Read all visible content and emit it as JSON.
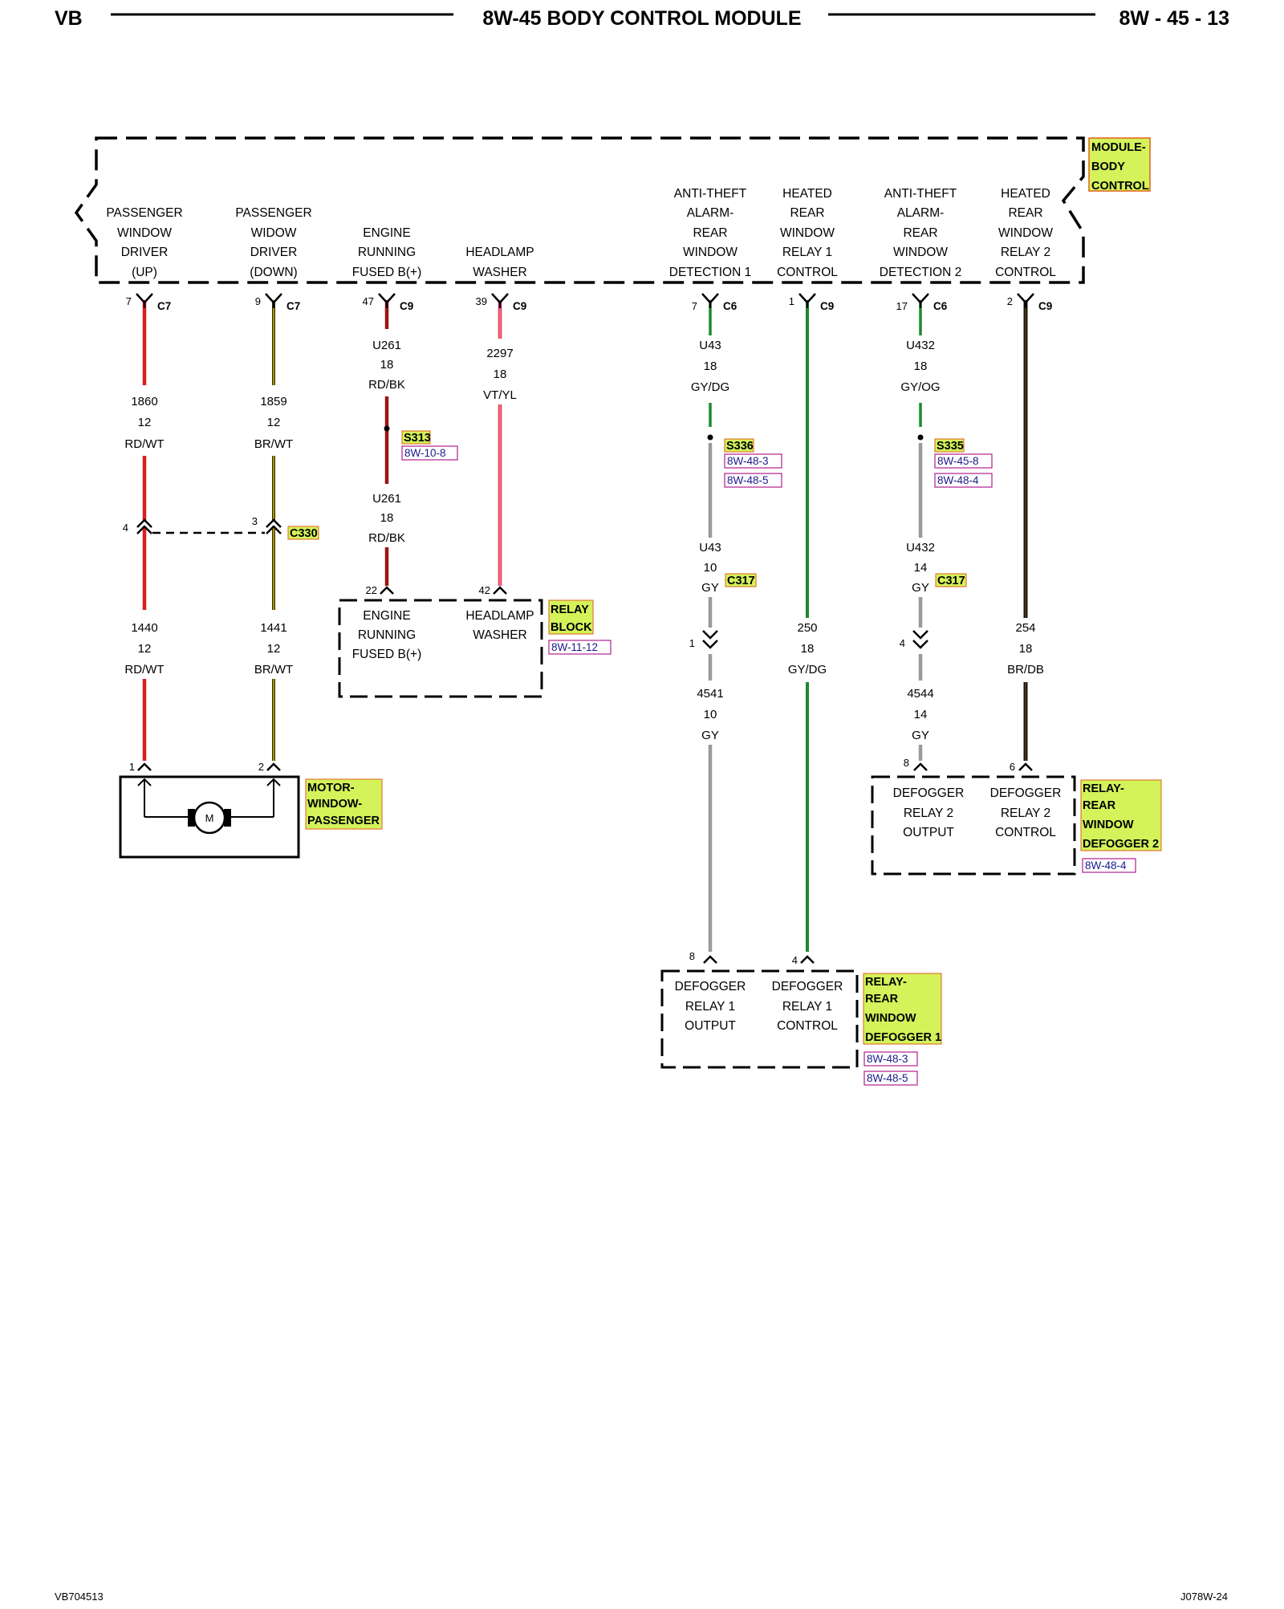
{
  "header": {
    "left": "VB",
    "title": "8W-45 BODY CONTROL MODULE",
    "right": "8W - 45 - 13"
  },
  "footer": {
    "left": "VB704513",
    "right": "J078W-24"
  },
  "module": {
    "name_lines": [
      "MODULE-",
      "BODY",
      "CONTROL"
    ],
    "pins": [
      [
        "PASSENGER",
        "WINDOW",
        "DRIVER",
        "(UP)"
      ],
      [
        "PASSENGER",
        "WIDOW",
        "DRIVER",
        "(DOWN)"
      ],
      [
        "ENGINE",
        "RUNNING",
        "FUSED B(+)"
      ],
      [
        "HEADLAMP",
        "WASHER"
      ],
      [
        "ANTI-THEFT",
        "ALARM-",
        "REAR",
        "WINDOW",
        "DETECTION 1"
      ],
      [
        "HEATED",
        "REAR",
        "WINDOW",
        "RELAY 1",
        "CONTROL"
      ],
      [
        "ANTI-THEFT",
        "ALARM-",
        "REAR",
        "WINDOW",
        "DETECTION 2"
      ],
      [
        "HEATED",
        "REAR",
        "WINDOW",
        "RELAY 2",
        "CONTROL"
      ]
    ]
  },
  "module_connectors": [
    {
      "pin": "7",
      "connector": "C7"
    },
    {
      "pin": "9",
      "connector": "C7"
    },
    {
      "pin": "47",
      "connector": "C9"
    },
    {
      "pin": "39",
      "connector": "C9"
    },
    {
      "pin": "7",
      "connector": "C6"
    },
    {
      "pin": "1",
      "connector": "C9"
    },
    {
      "pin": "17",
      "connector": "C6"
    },
    {
      "pin": "2",
      "connector": "C9"
    }
  ],
  "colors": {
    "red": "#d81e1e",
    "brwt": "#3b2a00",
    "dark_red": "#9b1515",
    "vtyl": "#e6288c",
    "green": "#1e8a2e",
    "gray": "#9a9a9a",
    "black": "#111111",
    "tag_fill": "#d4f25a",
    "tag_border": "#e0601a",
    "ref_border": "#b0208c"
  },
  "wires": {
    "w1860": [
      "1860",
      "12",
      "RD/WT"
    ],
    "w1859": [
      "1859",
      "12",
      "BR/WT"
    ],
    "u261a": [
      "U261",
      "18",
      "RD/BK"
    ],
    "u261b": [
      "U261",
      "18",
      "RD/BK"
    ],
    "w2297": [
      "2297",
      "18",
      "VT/YL"
    ],
    "u43a": [
      "U43",
      "18",
      "GY/DG"
    ],
    "u43b": [
      "U43",
      "10",
      "GY"
    ],
    "u432a": [
      "U432",
      "18",
      "GY/OG"
    ],
    "u432b": [
      "U432",
      "14",
      "GY"
    ],
    "w1440": [
      "1440",
      "12",
      "RD/WT"
    ],
    "w1441": [
      "1441",
      "12",
      "BR/WT"
    ],
    "w250": [
      "250",
      "18",
      "GY/DG"
    ],
    "w4541": [
      "4541",
      "10",
      "GY"
    ],
    "w4544": [
      "4544",
      "14",
      "GY"
    ],
    "w254": [
      "254",
      "18",
      "BR/DB"
    ]
  },
  "splices": {
    "s313": {
      "name": "S313",
      "refs": [
        "8W-10-8"
      ]
    },
    "s336": {
      "name": "S336",
      "refs": [
        "8W-48-3",
        "8W-48-5"
      ]
    },
    "s335": {
      "name": "S335",
      "refs": [
        "8W-45-8",
        "8W-48-4"
      ]
    }
  },
  "inline_connectors": {
    "c330": {
      "name": "C330",
      "pins": [
        "4",
        "3"
      ]
    },
    "c317a": {
      "name": "C317",
      "pin": "1"
    },
    "c317b": {
      "name": "C317",
      "pin": "4"
    }
  },
  "relay_block": {
    "name_lines": [
      "RELAY",
      "BLOCK"
    ],
    "ref": "8W-11-12",
    "pins": [
      "22",
      "42"
    ],
    "labels": [
      [
        "ENGINE",
        "RUNNING",
        "FUSED B(+)"
      ],
      [
        "HEADLAMP",
        "WASHER"
      ]
    ]
  },
  "motor": {
    "name_lines": [
      "MOTOR-",
      "WINDOW-",
      "PASSENGER"
    ],
    "pins": [
      "1",
      "2"
    ],
    "symbol": "M"
  },
  "relay2": {
    "name_lines": [
      "RELAY-",
      "REAR",
      "WINDOW",
      "DEFOGGER 2"
    ],
    "ref": "8W-48-4",
    "pins": [
      "8",
      "6"
    ],
    "labels": [
      [
        "DEFOGGER",
        "RELAY 2",
        "OUTPUT"
      ],
      [
        "DEFOGGER",
        "RELAY 2",
        "CONTROL"
      ]
    ]
  },
  "relay1": {
    "name_lines": [
      "RELAY-",
      "REAR",
      "WINDOW",
      "DEFOGGER 1"
    ],
    "refs": [
      "8W-48-3",
      "8W-48-5"
    ],
    "pins": [
      "8",
      "4"
    ],
    "labels": [
      [
        "DEFOGGER",
        "RELAY 1",
        "OUTPUT"
      ],
      [
        "DEFOGGER",
        "RELAY 1",
        "CONTROL"
      ]
    ]
  }
}
